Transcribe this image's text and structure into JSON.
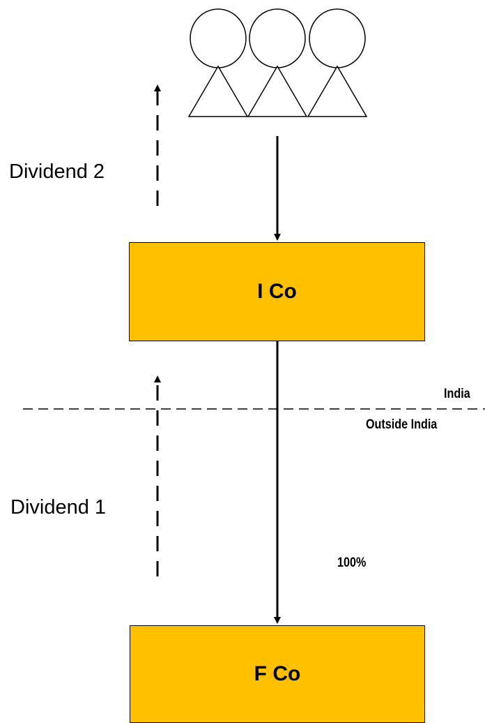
{
  "boxes": {
    "ico_label": "I Co",
    "fco_label": "F Co"
  },
  "labels": {
    "dividend_2": "Dividend 2",
    "dividend_1": "Dividend 1",
    "india": "India",
    "outside_india": "Outside India",
    "ownership": "100%"
  },
  "colors": {
    "box_fill": "#FFC000",
    "stroke": "#000000"
  },
  "icons": [
    "shareholder-icon",
    "shareholder-icon",
    "shareholder-icon"
  ]
}
